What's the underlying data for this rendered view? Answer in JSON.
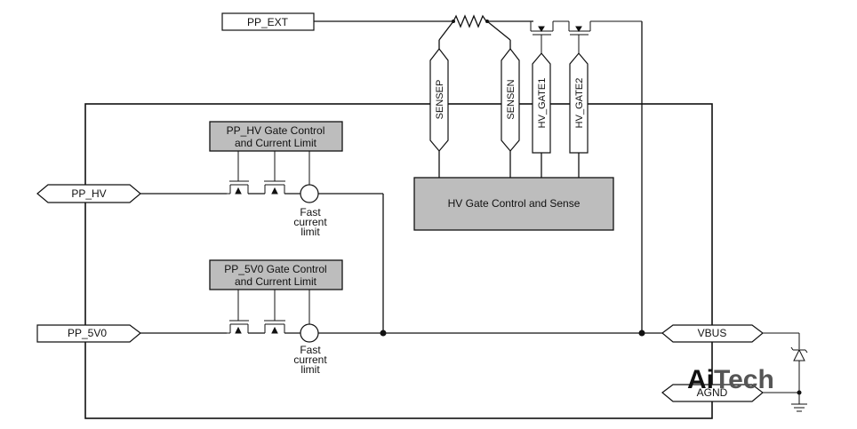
{
  "ports": {
    "pp_ext": "PP_EXT",
    "pp_hv": "PP_HV",
    "pp_5v0": "PP_5V0",
    "vbus": "VBUS",
    "agnd": "AGND"
  },
  "vertical_pins": {
    "sensep": "SENSEP",
    "sensen": "SENSEN",
    "hv_gate1": "HV_GATE1",
    "hv_gate2": "HV_GATE2"
  },
  "blocks": {
    "hv_gate_ctrl_line1": "PP_HV Gate Control",
    "hv_gate_ctrl_line2": "and Current Limit",
    "v5_gate_ctrl_line1": "PP_5V0 Gate Control",
    "v5_gate_ctrl_line2": "and Current Limit",
    "hv_gate_sense": "HV Gate Control and Sense"
  },
  "current_limit_labels": {
    "line1": "Fast",
    "line2": "current",
    "line3": "limit"
  },
  "watermark": {
    "part1": "Ai",
    "part2": "Tech",
    "color1": "#3cb44a",
    "color2": "#555555"
  }
}
